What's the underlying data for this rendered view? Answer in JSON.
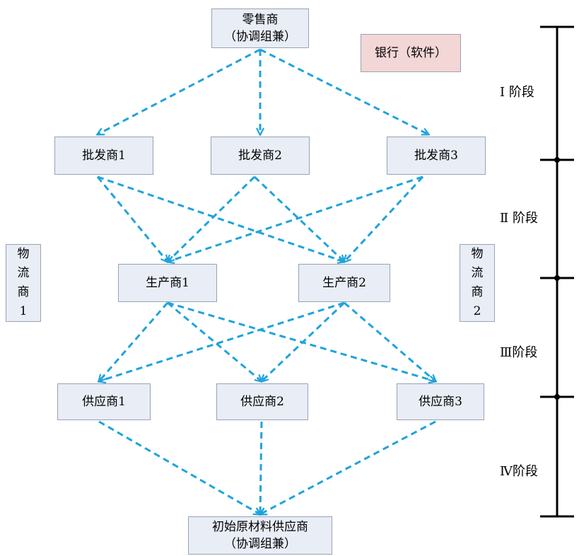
{
  "nodes": {
    "retailer": {
      "line1": "零售商",
      "line2": "（协调组兼）"
    },
    "bank": {
      "line1": "银行（软件）"
    },
    "wholesaler1": {
      "line1": "批发商1"
    },
    "wholesaler2": {
      "line1": "批发商2"
    },
    "wholesaler3": {
      "line1": "批发商3"
    },
    "producer1": {
      "line1": "生产商1"
    },
    "producer2": {
      "line1": "生产商2"
    },
    "supplier1": {
      "line1": "供应商1"
    },
    "supplier2": {
      "line1": "供应商2"
    },
    "supplier3": {
      "line1": "供应商3"
    },
    "raw_supplier": {
      "line1": "初始原材料供应商",
      "line2": "（协调组兼）"
    },
    "logistics1": {
      "chars": [
        "物",
        "流",
        "商",
        "1"
      ]
    },
    "logistics2": {
      "chars": [
        "物",
        "流",
        "商",
        "2"
      ]
    }
  },
  "stages": {
    "stage1": "Ⅰ 阶段",
    "stage2": "Ⅱ 阶段",
    "stage3": "Ⅲ阶段",
    "stage4": "Ⅳ阶段"
  },
  "colors": {
    "arrow": "#1fa3dc",
    "node_fill": "#e8edf6",
    "node_border": "#9aa3b1",
    "bank_fill": "#f3d6d6",
    "timeline": "#000000"
  }
}
